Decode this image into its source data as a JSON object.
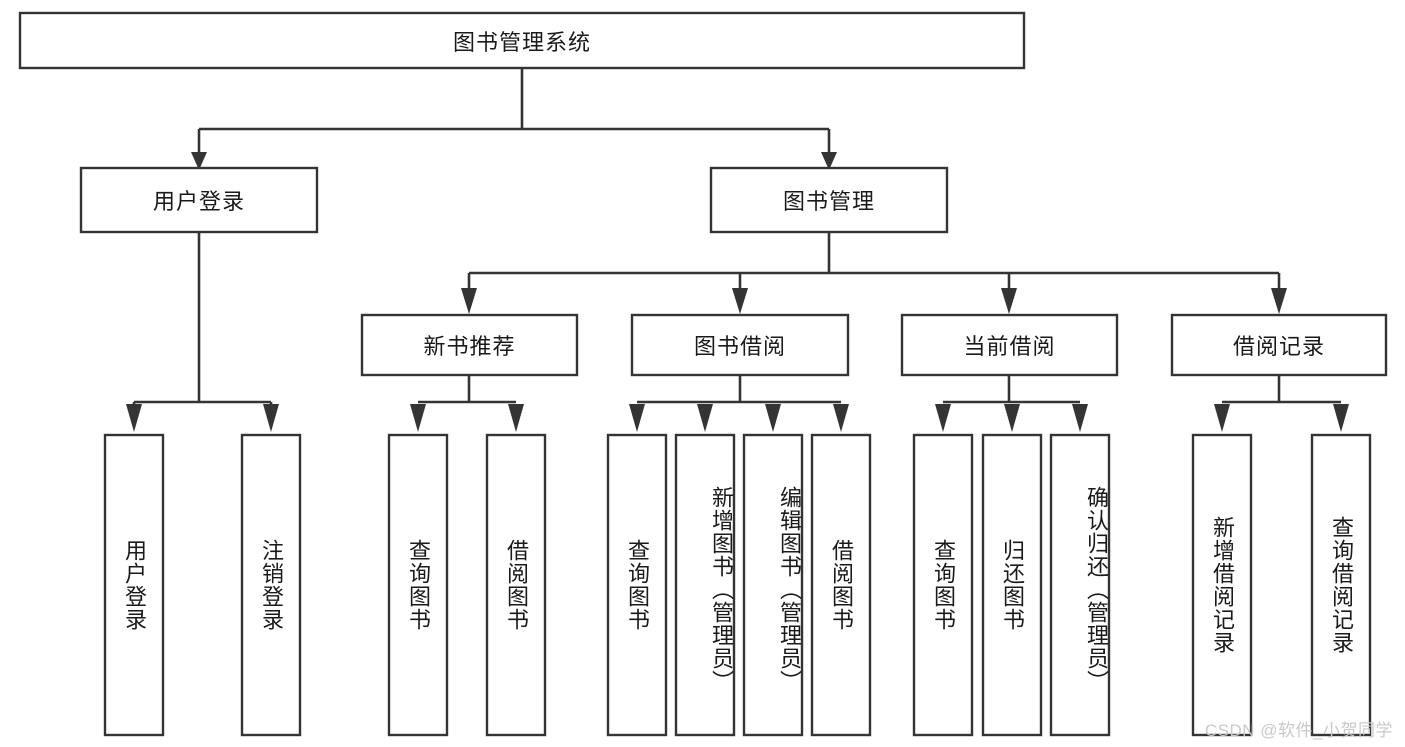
{
  "diagram": {
    "type": "tree",
    "title": "图书管理系统",
    "watermark": "CSDN @软件_小贺同学",
    "colors": {
      "stroke": "#343434",
      "fill": "#ffffff",
      "text": "#1a1a1a",
      "watermark": "#c9c9c9"
    },
    "root": {
      "id": "root",
      "label": "图书管理系统"
    },
    "level2": [
      {
        "id": "user-login",
        "label": "用户登录"
      },
      {
        "id": "book-manage",
        "label": "图书管理"
      }
    ],
    "level3": [
      {
        "id": "new-book-rec",
        "label": "新书推荐",
        "parent": "book-manage"
      },
      {
        "id": "book-borrow",
        "label": "图书借阅",
        "parent": "book-manage"
      },
      {
        "id": "current-borrow",
        "label": "当前借阅",
        "parent": "book-manage"
      },
      {
        "id": "borrow-record",
        "label": "借阅记录",
        "parent": "book-manage"
      }
    ],
    "leaves": [
      {
        "id": "leaf-user-login",
        "label": "用户登录",
        "parent": "user-login"
      },
      {
        "id": "leaf-logout",
        "label": "注销登录",
        "parent": "user-login"
      },
      {
        "id": "leaf-query-book-1",
        "label": "查询图书",
        "parent": "new-book-rec"
      },
      {
        "id": "leaf-borrow-book-1",
        "label": "借阅图书",
        "parent": "new-book-rec"
      },
      {
        "id": "leaf-query-book-2",
        "label": "查询图书",
        "parent": "book-borrow"
      },
      {
        "id": "leaf-add-book",
        "label": "新增图书（管理员）",
        "parent": "book-borrow"
      },
      {
        "id": "leaf-edit-book",
        "label": "编辑图书（管理员）",
        "parent": "book-borrow"
      },
      {
        "id": "leaf-borrow-book-2",
        "label": "借阅图书",
        "parent": "book-borrow"
      },
      {
        "id": "leaf-query-book-3",
        "label": "查询图书",
        "parent": "current-borrow"
      },
      {
        "id": "leaf-return-book",
        "label": "归还图书",
        "parent": "current-borrow"
      },
      {
        "id": "leaf-confirm-return",
        "label": "确认归还（管理员）",
        "parent": "current-borrow"
      },
      {
        "id": "leaf-add-record",
        "label": "新增借阅记录",
        "parent": "borrow-record"
      },
      {
        "id": "leaf-query-record",
        "label": "查询借阅记录",
        "parent": "borrow-record"
      }
    ]
  }
}
